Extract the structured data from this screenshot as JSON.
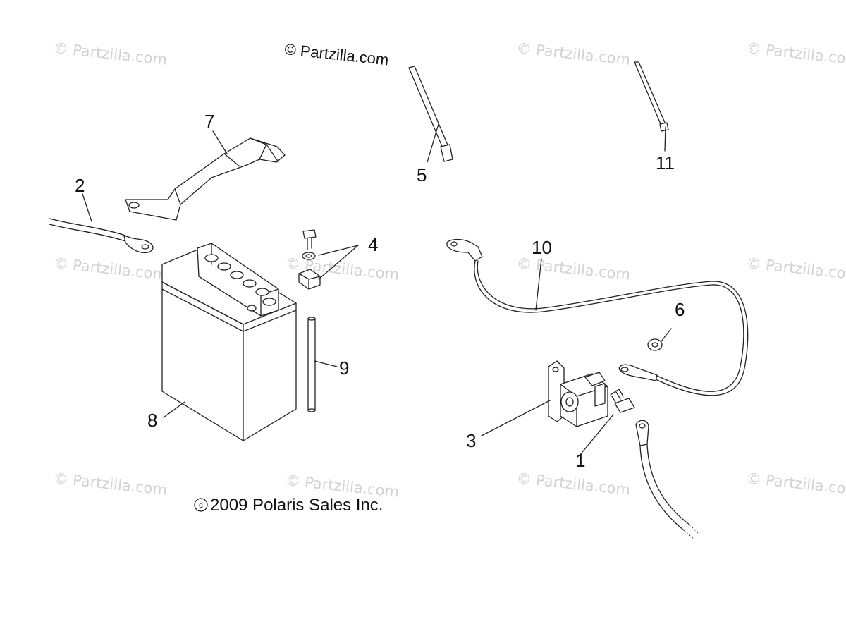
{
  "watermarks": [
    "© Partzilla.com",
    "© Partzilla.com",
    "© Partzilla.com",
    "© Partzilla.com",
    "© Partzilla.com",
    "© Partzilla.com",
    "© Partzilla.com",
    "© Partzilla.com",
    "© Partzilla.com",
    "© Partzilla.com",
    "© Partzilla.com"
  ],
  "site_mark": "© Partzilla.com",
  "copyright": "2009 Polaris Sales Inc.",
  "copyright_symbol": "c",
  "callouts": {
    "c1": "1",
    "c2": "2",
    "c3": "3",
    "c4": "4",
    "c5": "5",
    "c6": "6",
    "c7": "7",
    "c8": "8",
    "c9": "9",
    "c10": "10",
    "c11": "11"
  }
}
